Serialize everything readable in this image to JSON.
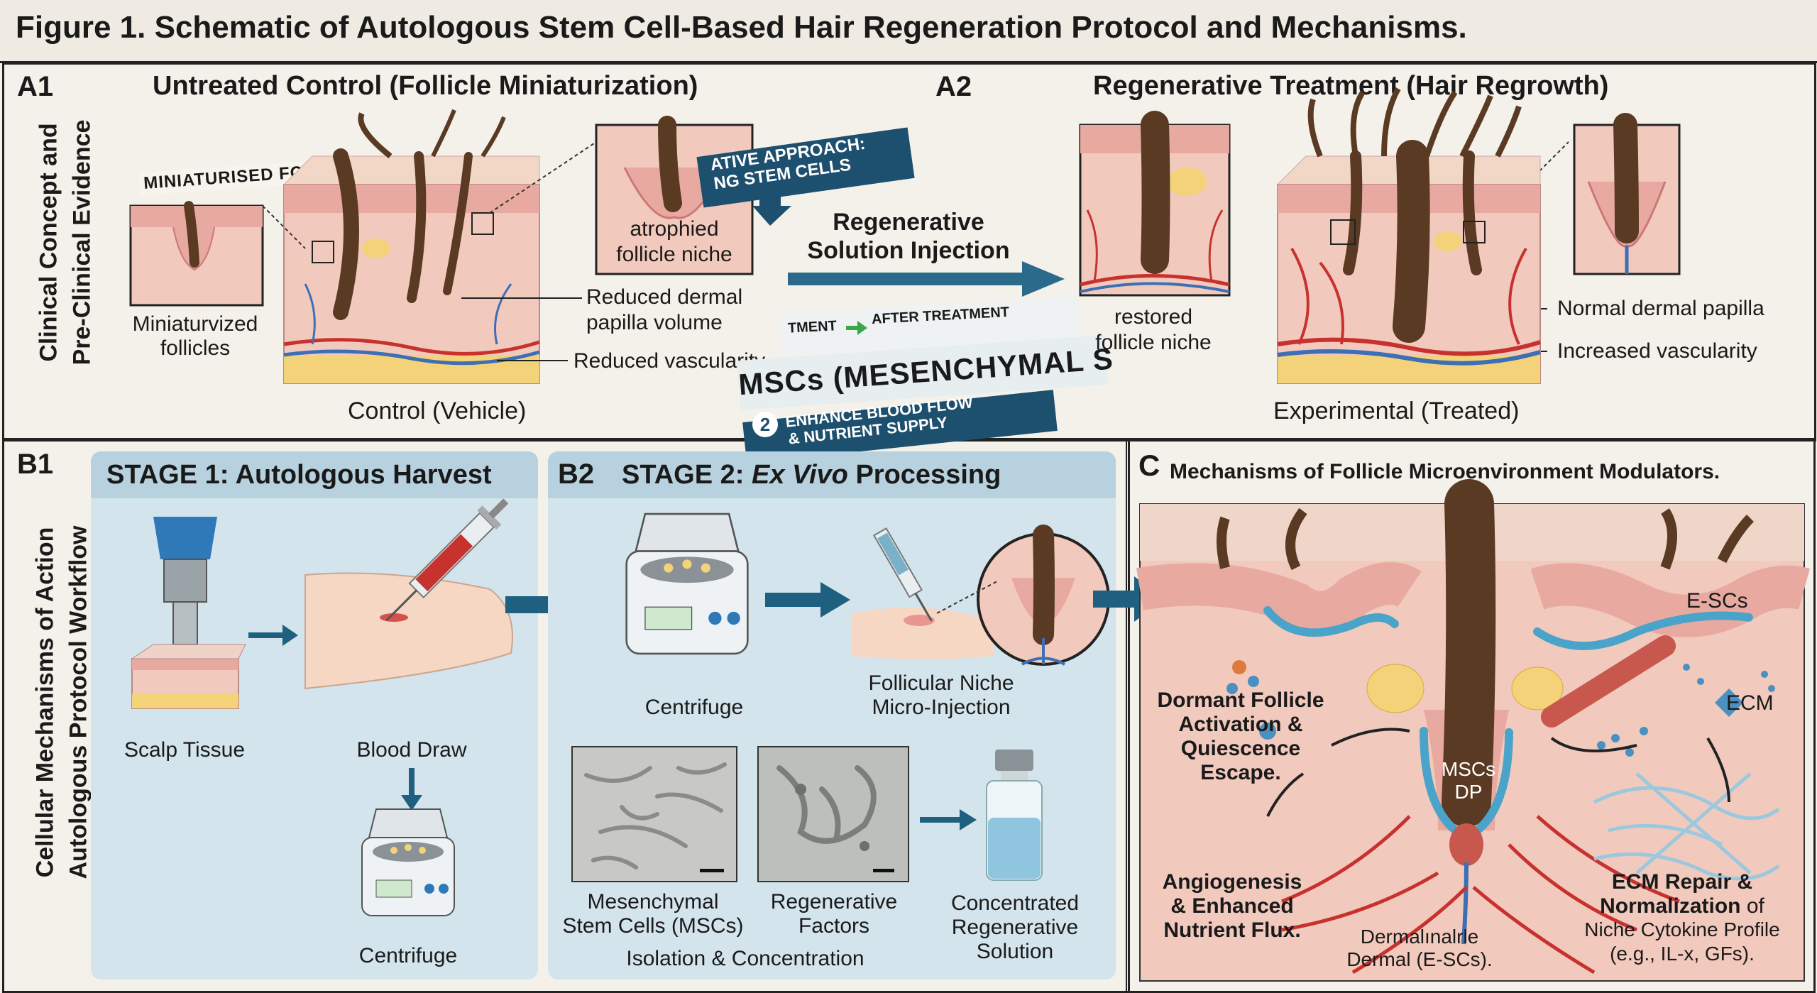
{
  "figure_title": "Figure 1. Schematic of Autologous Stem Cell-Based Hair Regeneration Protocol and Mechanisms.",
  "row_a": {
    "side_label_line1": "Clinical Concept and",
    "side_label_line2": "Pre-Clinical Evidence",
    "a1": {
      "tag": "A1",
      "title": "Untreated Control (Follicle Miniaturization)",
      "banner": "MINIATURISED FOLLICLE",
      "inset_left_label_1": "Miniaturvized",
      "inset_left_label_2": "follicles",
      "inset_right_label_1": "atrophied",
      "inset_right_label_2": "follicle niche",
      "callout_dp_1": "Reduced dermal",
      "callout_dp_2": "papilla volume",
      "callout_vasc": "Reduced vascularity",
      "caption": "Control (Vehicle)"
    },
    "a2": {
      "tag": "A2",
      "title": "Regenerative Treatment (Hair Regrowth)",
      "inset_left_label_1": "restored",
      "inset_left_label_2": "follicle niche",
      "callout_dp": "Normal dermal papilla",
      "callout_vasc": "Increased vascularity",
      "caption": "Experimental (Treated)"
    },
    "middle": {
      "banner_top_1": "ATIVE APPROACH:",
      "banner_top_2": "NG STEM CELLS",
      "arrow_label_1": "Regenerative",
      "arrow_label_2": "Solution Injection",
      "before_after_left": "TMENT",
      "before_after_right": "AFTER TREATMENT",
      "msc_banner": "MSCs (MESENCHYMAL S",
      "badge_number": "2",
      "badge_text_1": "ENHANCE BLOOD FLOW",
      "badge_text_2": "& NUTRIENT SUPPLY"
    }
  },
  "row_b": {
    "side_label_line1": "Cellular Mechanisms of Action",
    "side_label_line2": "Autologous Protocol Workflow",
    "b1": {
      "tag": "B1",
      "title": "STAGE 1: Autologous Harvest",
      "scalp_label": "Scalp Tissue",
      "blood_label": "Blood Draw",
      "centrifuge_label": "Centrifuge"
    },
    "b2": {
      "tag": "B2",
      "title_prefix": "STAGE 2: ",
      "title_italic": "Ex Vivo",
      "title_suffix": " Processing",
      "centrifuge_label": "Centrifuge",
      "injection_label_1": "Follicular Niche",
      "injection_label_2": "Micro-Injection",
      "msc_label_1": "Mesenchymal",
      "msc_label_2": "Stem Cells (MSCs)",
      "factors_label_1": "Regenerative",
      "factors_label_2": "Factors",
      "isolation_label": "Isolation & Concentration",
      "vial_label_1": "Concentrated",
      "vial_label_2": "Regenerative",
      "vial_label_3": "Solution"
    },
    "c": {
      "tag": "C",
      "title": "Mechanisms of Follicle Microenvironment Modulators.",
      "esc_label": "E-SCs",
      "ecm_label": "ECM",
      "dormant_1": "Dormant Follicle",
      "dormant_2": "Activation &",
      "dormant_3": "Quiescence",
      "dormant_4": "Escape.",
      "msc_dp_1": "MSCs",
      "msc_dp_2": "DP",
      "angio_1": "Angiogenesis",
      "angio_2": "& Enhanced",
      "angio_3": "Nutrient Flux.",
      "dermal_1": "Dermalınalrle",
      "dermal_2": "Dermal (E-SCs).",
      "ecm_repair_1": "ECM Repair &",
      "ecm_repair_2a": "Normalization",
      "ecm_repair_2b": " of",
      "ecm_repair_3": "Niche Cytokine Profile",
      "ecm_repair_4": "(e.g., IL-x, GFs)."
    }
  },
  "colors": {
    "background": "#f4f1ea",
    "panel_blue": "#d3e4ec",
    "skin_pink": "#f2c9bd",
    "epidermis": "#e8a9a0",
    "fat_yellow": "#f3d27a",
    "hair_brown": "#5a3a22",
    "vessel_red": "#c8322e",
    "vessel_blue": "#3d6fb4",
    "arrow_teal": "#1f5f7f",
    "banner_navy": "#1d4f6e"
  }
}
